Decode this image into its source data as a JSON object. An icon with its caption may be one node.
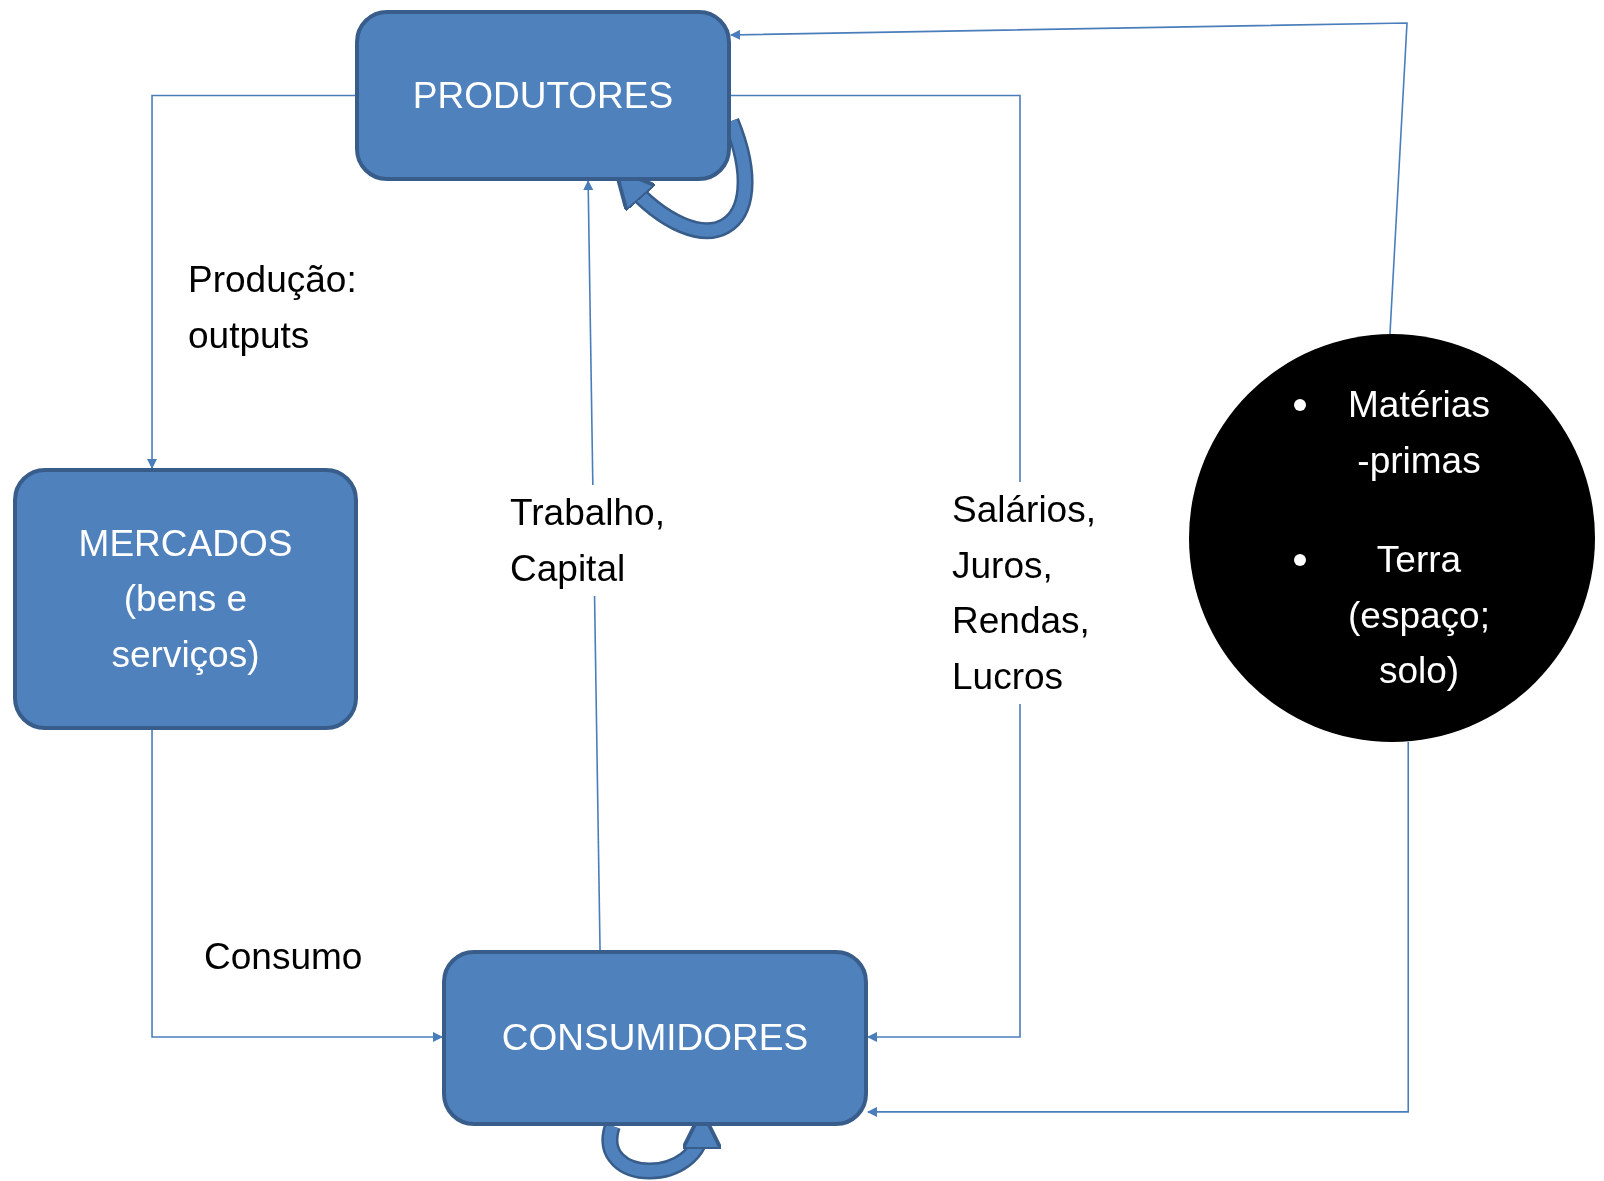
{
  "diagram": {
    "nodes": [
      {
        "text": [
          "PRODUTORES"
        ]
      },
      {
        "text": [
          "MERCADOS (bens e serviços)"
        ]
      },
      {
        "text": [
          "CONSUMIDORES"
        ]
      },
      {
        "text": [
          "Matérias -primas",
          "Terra (espaço; solo)"
        ]
      }
    ],
    "edges": [
      {
        "from": 0,
        "to": 1,
        "arrow": "to",
        "label": "Produção: outputs"
      },
      {
        "from": 1,
        "to": 2,
        "arrow": "to",
        "label": "Consumo"
      },
      {
        "from": 2,
        "to": 0,
        "arrow": "to",
        "label": "Trabalho, Capital"
      },
      {
        "from": 0,
        "to": 2,
        "arrow": "to",
        "label": "Salários, Juros, Rendas, Lucros"
      },
      {
        "from": 3,
        "to": 0,
        "arrow": "to"
      },
      {
        "from": 3,
        "to": 2,
        "arrow": "to"
      },
      {
        "from": 0,
        "to": 0,
        "arrow": "to",
        "style": "thick"
      },
      {
        "from": 2,
        "to": 2,
        "arrow": "to",
        "style": "thick"
      }
    ]
  }
}
